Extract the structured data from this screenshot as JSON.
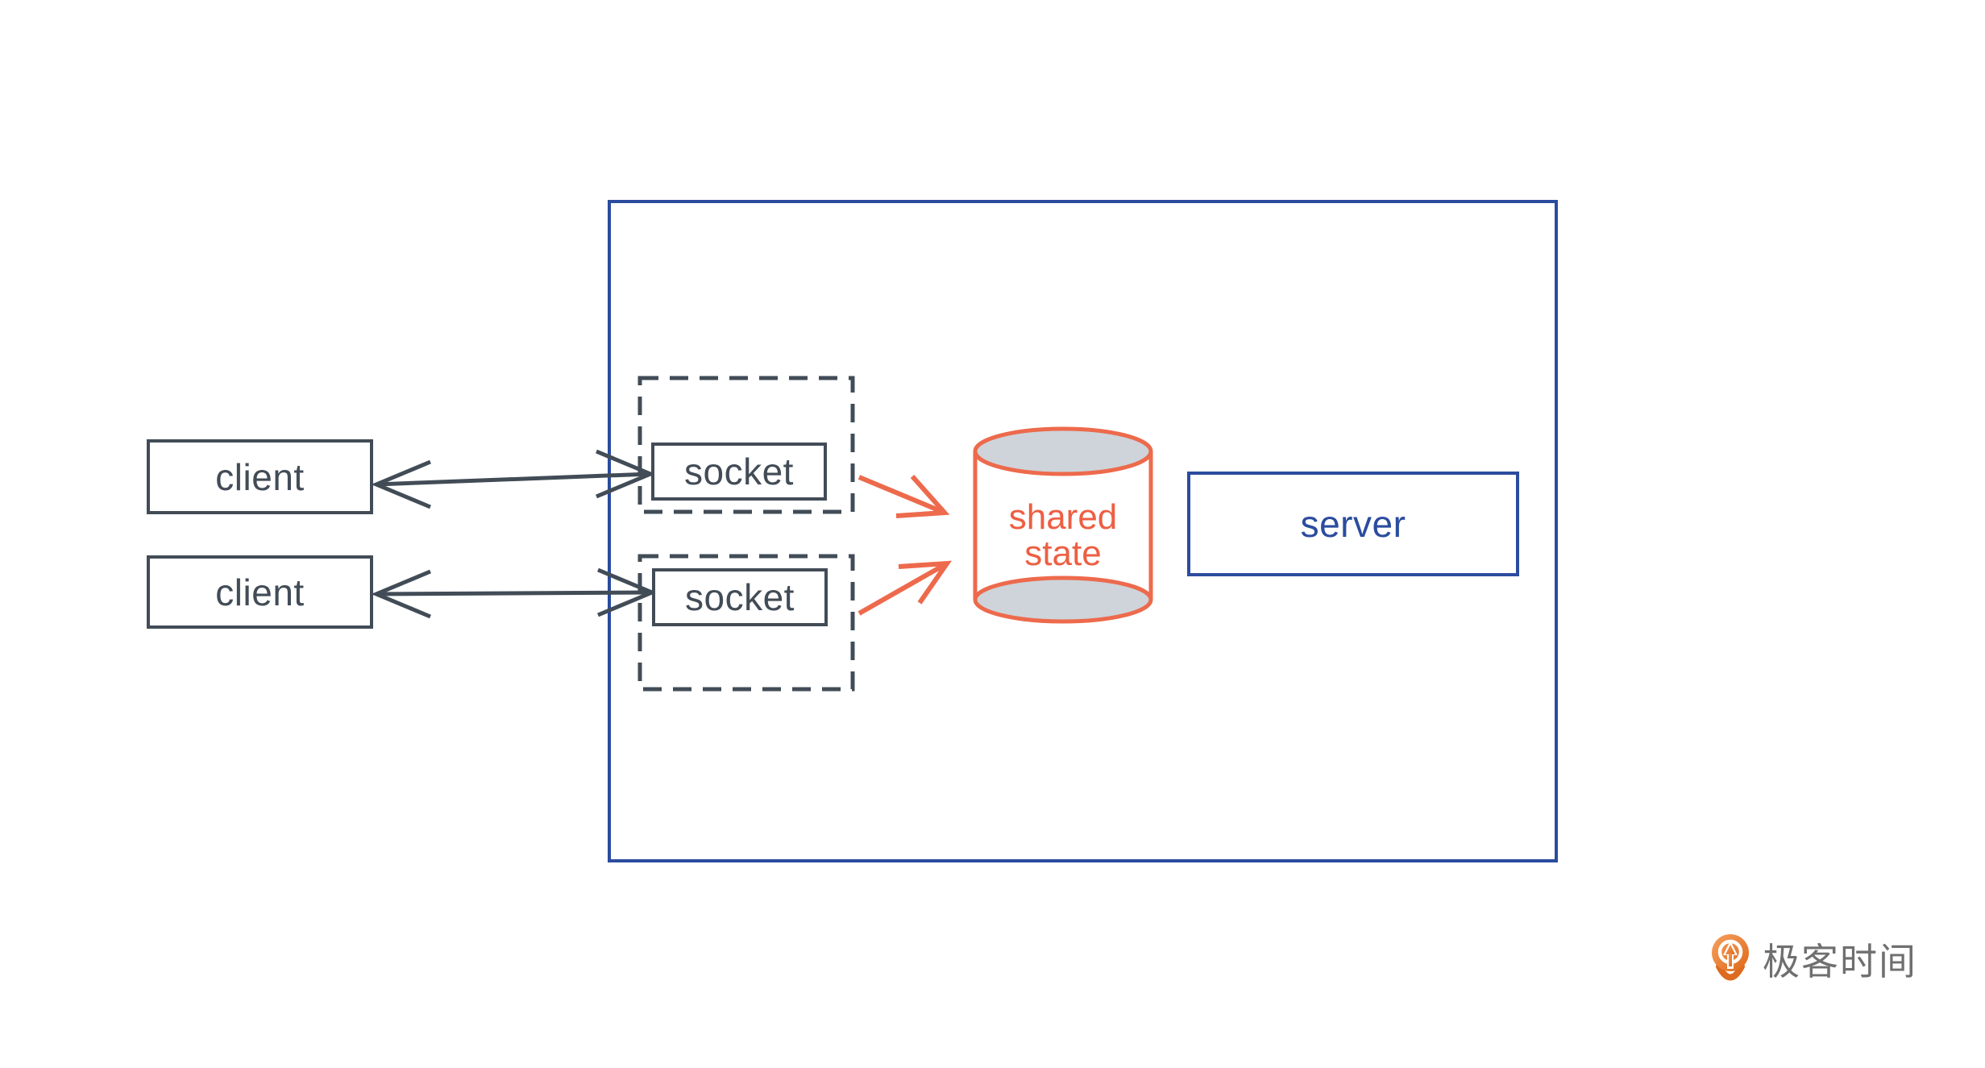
{
  "diagram": {
    "boundary": {
      "role": "server process boundary"
    },
    "clients": [
      {
        "label": "client"
      },
      {
        "label": "client"
      }
    ],
    "sockets": [
      {
        "label": "socket"
      },
      {
        "label": "socket"
      }
    ],
    "shared_state": {
      "line1": "shared",
      "line2": "state"
    },
    "server": {
      "label": "server"
    }
  },
  "branding": {
    "logo_icon": "geektime-pin-icon",
    "logo_text": "极客时间"
  },
  "colors": {
    "dark_outline": "#424c57",
    "blue": "#2b4c9e",
    "coral_stroke": "#ed6a4c",
    "coral_text": "#ed5f43",
    "cylinder_fill": "#ced4da",
    "logo_orange_light": "#f4a15f",
    "logo_orange_dark": "#e06818",
    "logo_text_gray": "#6f6f6f"
  }
}
